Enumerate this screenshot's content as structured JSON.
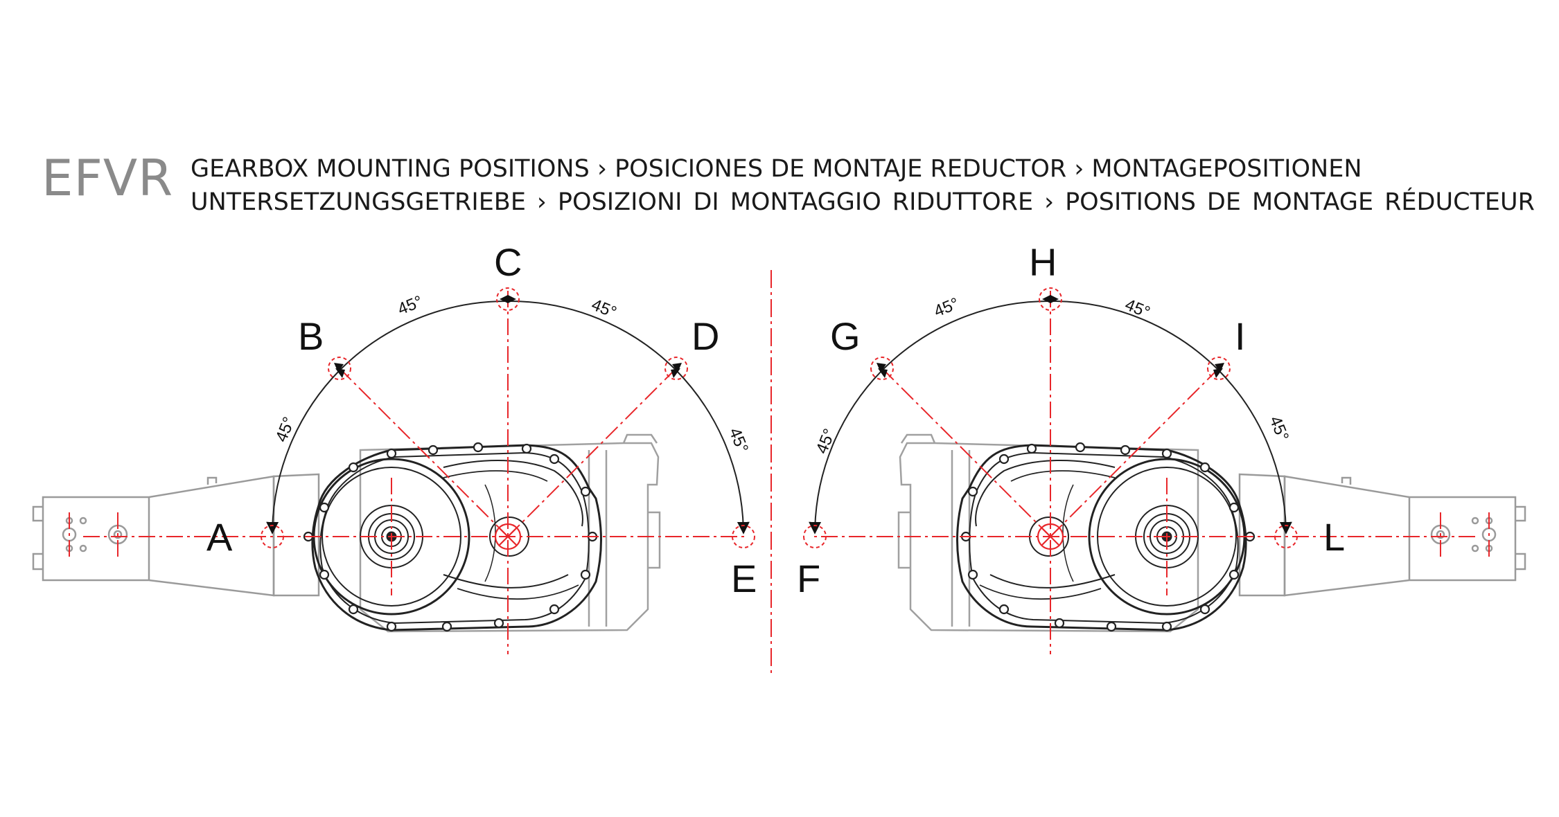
{
  "header": {
    "code": "EFVR",
    "line1": "GEARBOX MOUNTING POSITIONS › POSICIONES DE MONTAJE REDUCTOR › MONTAGEPOSITIONEN",
    "line2": "UNTERSETZUNGSGETRIEBE › POSIZIONI DI MONTAGGIO RIDUTTORE › POSITIONS DE MONTAGE RÉDUCTEUR"
  },
  "diagram": {
    "left_positions": [
      "A",
      "B",
      "C",
      "D",
      "E"
    ],
    "right_positions": [
      "F",
      "G",
      "H",
      "I",
      "L"
    ],
    "angle_label": "45°",
    "colors": {
      "centerline": "#e8262a",
      "outline": "#222222",
      "ghost": "#9a9a9a"
    }
  }
}
